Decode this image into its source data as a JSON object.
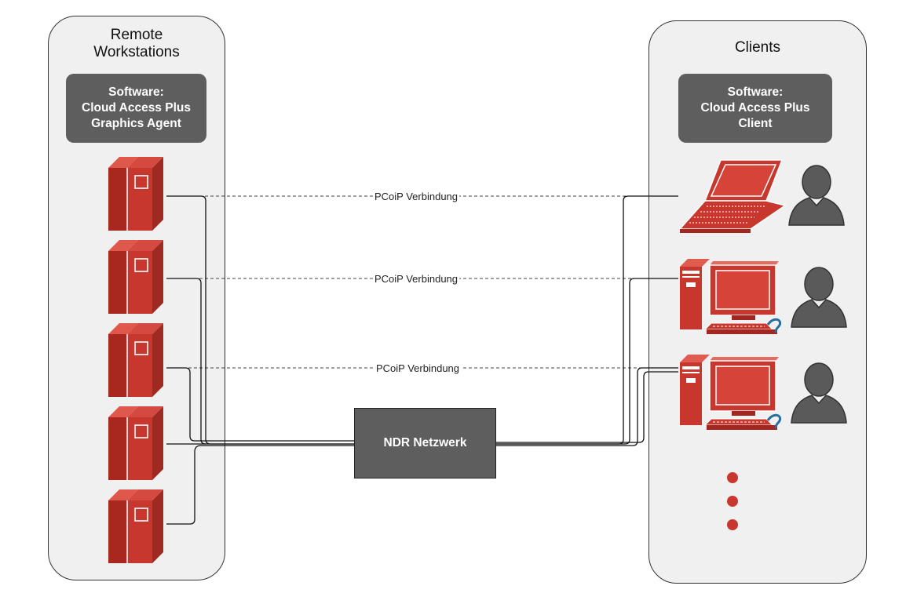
{
  "remote_workstations": {
    "title": "Remote\nWorkstations",
    "software_box": "Software:\nCloud Access Plus\nGraphics Agent"
  },
  "clients": {
    "title": "Clients",
    "software_box": "Software:\nCloud Access Plus\nClient"
  },
  "connections": [
    {
      "label": "PCoiP Verbindung"
    },
    {
      "label": "PCoiP Verbindung"
    },
    {
      "label": "PCoiP Verbindung"
    }
  ],
  "network": {
    "label": "NDR Netzwerk"
  },
  "colors": {
    "server_red": "#c8372d",
    "server_dark": "#a02820",
    "box_gray": "#5e5e5e",
    "panel_gray": "#f0f0f0",
    "user_gray": "#5a5a5a",
    "accent_blue": "#2a6e9e"
  },
  "icons": {
    "server": "server-tower-icon",
    "laptop": "laptop-icon",
    "desktop": "desktop-computer-icon",
    "user": "user-icon",
    "more": "ellipsis-vertical-icon"
  }
}
